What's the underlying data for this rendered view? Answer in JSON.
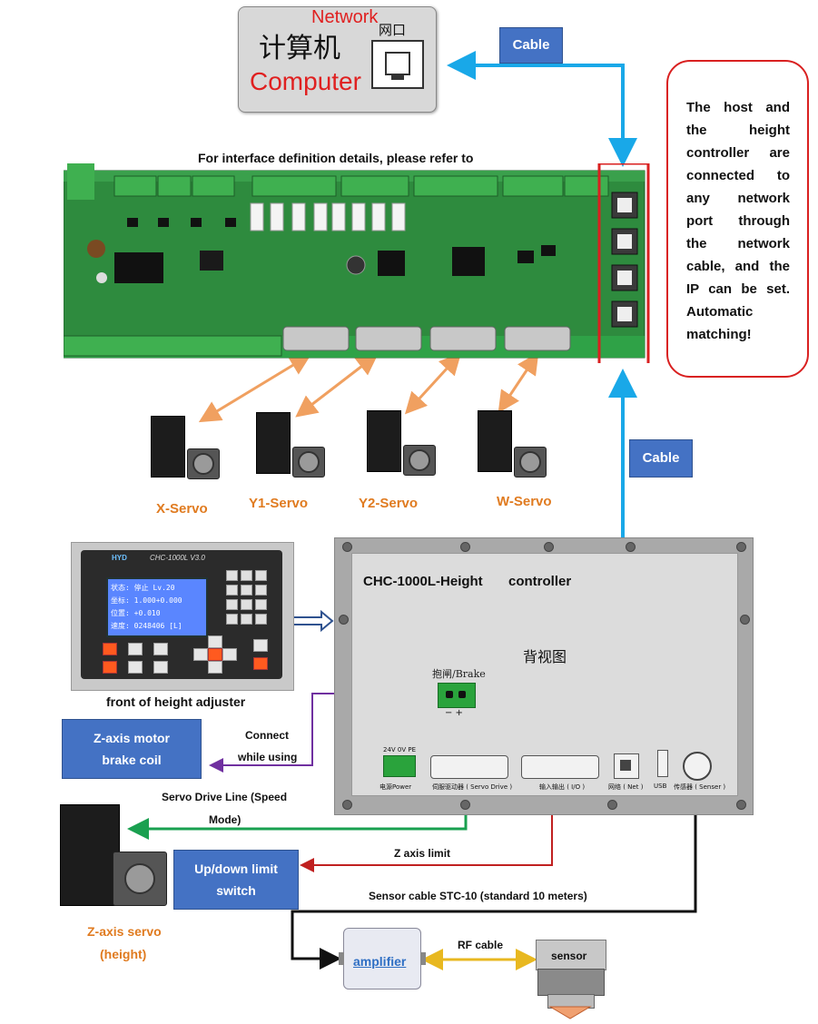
{
  "computer": {
    "chinese_label": "计算机",
    "network_label": "Network",
    "port_chinese_label": "网口",
    "computer_label": "Computer"
  },
  "cable_top_label": "Cable",
  "cable_right_label": "Cable",
  "board_caption": "For interface definition details, please refer to",
  "callout_text": "The host and the height controller are connected to any network port through the network cable, and the IP can be set. Automatic matching!",
  "servos": [
    {
      "label": "X-Servo"
    },
    {
      "label": "Y1-Servo"
    },
    {
      "label": "Y2-Servo"
    },
    {
      "label": "W-Servo"
    }
  ],
  "front_panel": {
    "model": "CHC-1000L V3.0",
    "brand": "HYD",
    "lcd_lines": [
      "状态: 停止  Lv.20",
      "坐标: 1.000+0.000",
      "位置:  +0.010",
      "速度: 0248406 [L]"
    ],
    "caption": "front of height adjuster"
  },
  "rear_panel": {
    "title": "CHC-1000L-Height",
    "title2": "controller",
    "view_label": "背视图",
    "brake_label": "抱闸/Brake",
    "brake_pins": "−  +",
    "power_top": "24V 0V PE",
    "power_label": "电源Power",
    "servo_drive_label": "伺服驱动器 ( Servo Drive )",
    "io_label": "输入输出 ( I/O )",
    "net_label": "网络 ( Net )",
    "usb_label": "USB",
    "sensor_label": "传感器 ( Senser )"
  },
  "brake_box": {
    "line1": "Z-axis motor",
    "line2": "brake coil"
  },
  "connect_label": {
    "line1": "Connect",
    "line2": "while using"
  },
  "servo_drive_line": {
    "line1": "Servo Drive Line (Speed",
    "line2": "Mode)"
  },
  "limit_box": {
    "line1": "Up/down limit",
    "line2": "switch"
  },
  "z_limit_label": "Z axis limit",
  "sensor_cable_label": "Sensor cable STC-10 (standard 10 meters)",
  "z_servo": {
    "line1": "Z-axis servo",
    "line2": "(height)"
  },
  "amplifier_label": "amplifier",
  "rf_cable_label": "RF cable",
  "sensor_label": "sensor",
  "colors": {
    "cable_blue": "#19a8e8",
    "servo_orange": "#f0a060",
    "drive_green": "#1aa050",
    "limit_red": "#c02020",
    "brake_purple": "#7030a0",
    "label_blue": "#4472c4",
    "callout_red": "#d92020",
    "board_green": "#2e8b3e"
  }
}
